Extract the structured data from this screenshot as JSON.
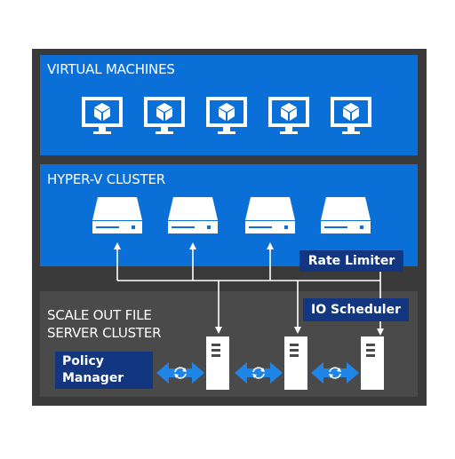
{
  "panels": {
    "virtual_machines": {
      "title": "VIRTUAL MACHINES"
    },
    "hyperv_cluster": {
      "title": "HYPER-V CLUSTER"
    },
    "scale_out_file_server": {
      "title_line1": "SCALE OUT FILE",
      "title_line2": "SERVER CLUSTER"
    }
  },
  "labels": {
    "rate_limiter": "Rate Limiter",
    "io_scheduler": "IO Scheduler",
    "policy_manager_line1": "Policy",
    "policy_manager_line2": "Manager"
  },
  "icons": {
    "vm": "monitor-with-cube-icon",
    "host": "server-blade-icon",
    "file_server": "tower-server-icon",
    "sync": "sync-arrows-icon"
  },
  "counts": {
    "virtual_machines": 5,
    "hyperv_hosts": 4,
    "file_servers": 3
  },
  "colors": {
    "frame": "#3a3a3a",
    "blue_panel": "#0a6fd6",
    "dark_panel": "#4a4a4a",
    "label_fill": "#133680",
    "connector": "#ffffff",
    "double_arrow": "#1f86e8"
  }
}
